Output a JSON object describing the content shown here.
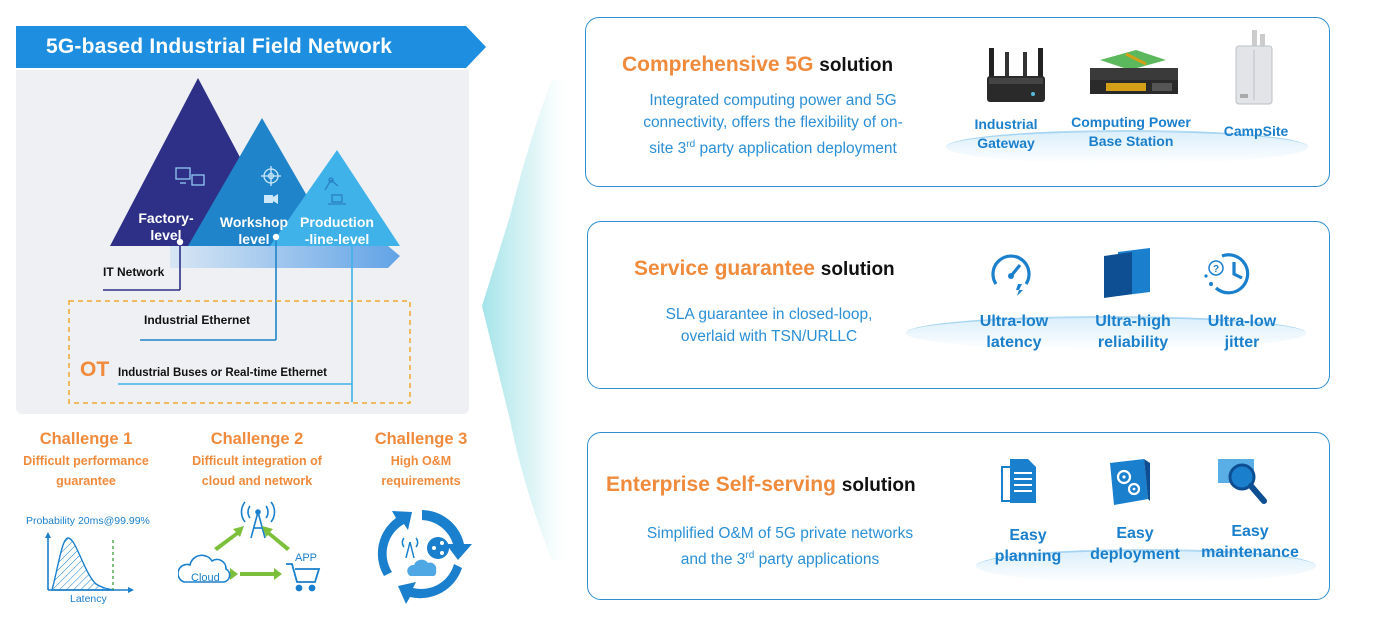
{
  "left": {
    "banner_title": "5G-based Industrial Field Network",
    "levels": [
      {
        "line1": "Factory-",
        "line2": "level"
      },
      {
        "line1": "Workshop",
        "line2": "level"
      },
      {
        "line1": "Production",
        "line2": "-line-level"
      }
    ],
    "it_network": "IT Network",
    "industrial_ethernet": "Industrial Ethernet",
    "ot": "OT",
    "industrial_buses": "Industrial Buses or Real-time Ethernet",
    "challenges": [
      {
        "title": "Challenge 1",
        "line1": "Difficult performance",
        "line2": "guarantee"
      },
      {
        "title": "Challenge 2",
        "line1": "Difficult integration of",
        "line2": "cloud and network"
      },
      {
        "title": "Challenge 3",
        "line1": "High O&M",
        "line2": "requirements"
      }
    ],
    "graph": {
      "probability": "Probability 20ms@99.99%",
      "latency": "Latency"
    },
    "cloud": "Cloud",
    "app": "APP"
  },
  "cards": [
    {
      "title_highlight": "Comprehensive 5G",
      "title_rest": "solution",
      "desc_line1": "Integrated computing power and 5G",
      "desc_line2": "connectivity, offers the flexibility of on-",
      "desc_line3_pre": "site 3",
      "desc_line3_sup": "rd",
      "desc_line3_post": " party application deployment",
      "items": [
        {
          "line1": "Industrial",
          "line2": "Gateway",
          "icon": "router-icon"
        },
        {
          "line1": "Computing Power",
          "line2": "Base Station",
          "icon": "server-icon"
        },
        {
          "line1": "CampSite",
          "line2": "",
          "icon": "cabinet-icon"
        }
      ]
    },
    {
      "title_highlight": "Service guarantee",
      "title_rest": "solution",
      "desc_line1": "SLA guarantee in closed-loop,",
      "desc_line2": "overlaid with TSN/URLLC",
      "items": [
        {
          "line1": "Ultra-low",
          "line2": "latency",
          "icon": "speedometer-icon"
        },
        {
          "line1": "Ultra-high",
          "line2": "reliability",
          "icon": "layers-icon"
        },
        {
          "line1": "Ultra-low",
          "line2": "jitter",
          "icon": "clock-icon"
        }
      ]
    },
    {
      "title_highlight": "Enterprise Self-serving",
      "title_rest": "solution",
      "desc_line1": "Simplified O&M of 5G private networks",
      "desc_line2_pre": "and the 3",
      "desc_line2_sup": "rd",
      "desc_line2_post": " party applications",
      "items": [
        {
          "line1": "Easy",
          "line2": "planning",
          "icon": "documents-icon"
        },
        {
          "line1": "Easy",
          "line2": "deployment",
          "icon": "gears-box-icon"
        },
        {
          "line1": "Easy",
          "line2": "maintenance",
          "icon": "magnifier-icon"
        }
      ]
    }
  ],
  "colors": {
    "accent_orange": "#f08a3c",
    "accent_blue": "#2b8fd6",
    "banner_blue": "#1e8fe0",
    "dark_triangle": "#2e2f86"
  }
}
